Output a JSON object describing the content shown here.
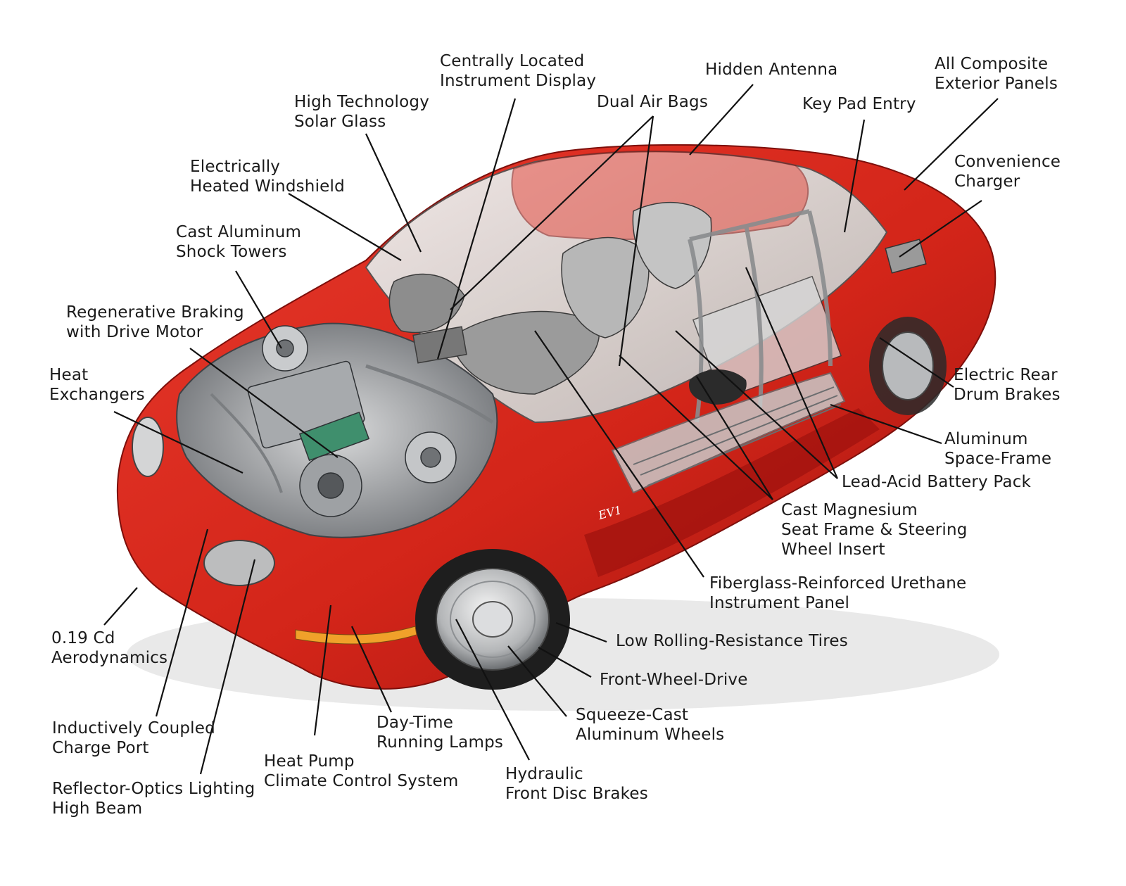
{
  "colors": {
    "body_red": "#d8281e",
    "body_red_dark": "#9e1410",
    "glass": "#d9d9d6",
    "mech": "#8a8d90",
    "leader": "#111111"
  },
  "car_badge": "EV1",
  "labels": [
    {
      "id": "instrument-display",
      "lines": [
        "Centrally Located",
        "Instrument Display"
      ]
    },
    {
      "id": "hidden-antenna",
      "lines": [
        "Hidden Antenna"
      ]
    },
    {
      "id": "composite-panels",
      "lines": [
        "All Composite",
        "Exterior Panels"
      ]
    },
    {
      "id": "solar-glass",
      "lines": [
        "High Technology",
        "Solar Glass"
      ]
    },
    {
      "id": "dual-air-bags",
      "lines": [
        "Dual Air Bags"
      ]
    },
    {
      "id": "key-pad-entry",
      "lines": [
        "Key Pad Entry"
      ]
    },
    {
      "id": "heated-windshield",
      "lines": [
        "Electrically",
        "Heated Windshield"
      ]
    },
    {
      "id": "convenience-charger",
      "lines": [
        "Convenience",
        "Charger"
      ]
    },
    {
      "id": "shock-towers",
      "lines": [
        "Cast Aluminum",
        "Shock Towers"
      ]
    },
    {
      "id": "regen-braking",
      "lines": [
        "Regenerative Braking",
        "with Drive Motor"
      ]
    },
    {
      "id": "heat-exchangers",
      "lines": [
        "Heat",
        "Exchangers"
      ]
    },
    {
      "id": "rear-drum-brakes",
      "lines": [
        "Electric Rear",
        "Drum Brakes"
      ]
    },
    {
      "id": "space-frame",
      "lines": [
        "Aluminum",
        "Space-Frame"
      ]
    },
    {
      "id": "battery-pack",
      "lines": [
        "Lead-Acid Battery Pack"
      ]
    },
    {
      "id": "seat-frame",
      "lines": [
        "Cast Magnesium",
        "Seat Frame & Steering",
        "Wheel Insert"
      ]
    },
    {
      "id": "instrument-panel",
      "lines": [
        "Fiberglass-Reinforced Urethane",
        "Instrument Panel"
      ]
    },
    {
      "id": "aerodynamics",
      "lines": [
        "0.19 Cd",
        "Aerodynamics"
      ]
    },
    {
      "id": "tires",
      "lines": [
        "Low Rolling-Resistance Tires"
      ]
    },
    {
      "id": "front-wheel-drive",
      "lines": [
        "Front-Wheel-Drive"
      ]
    },
    {
      "id": "charge-port",
      "lines": [
        "Inductively Coupled",
        "Charge Port"
      ]
    },
    {
      "id": "running-lamps",
      "lines": [
        "Day-Time",
        "Running Lamps"
      ]
    },
    {
      "id": "wheels",
      "lines": [
        "Squeeze-Cast",
        "Aluminum Wheels"
      ]
    },
    {
      "id": "heat-pump",
      "lines": [
        "Heat Pump",
        "Climate Control System"
      ]
    },
    {
      "id": "high-beam",
      "lines": [
        "Reflector-Optics Lighting",
        "High Beam"
      ]
    },
    {
      "id": "disc-brakes",
      "lines": [
        "Hydraulic",
        "Front Disc Brakes"
      ]
    }
  ]
}
